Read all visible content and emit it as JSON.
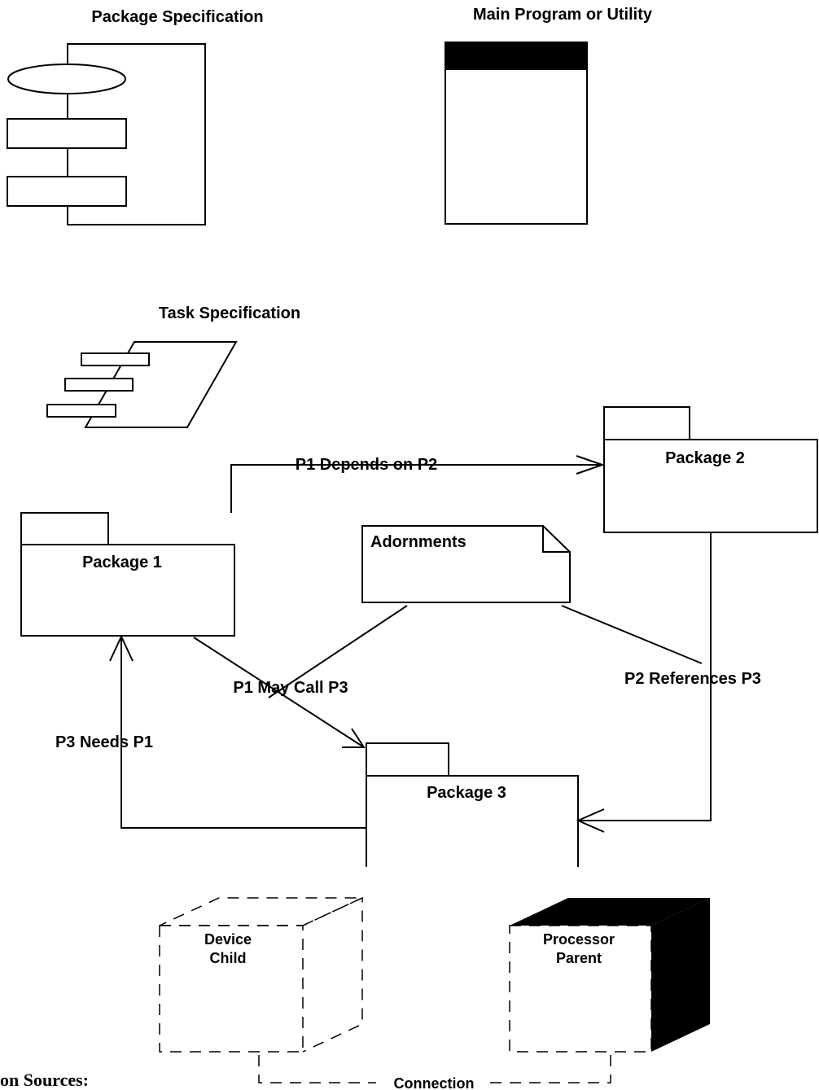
{
  "legend": {
    "package_spec_title": "Package Specification",
    "main_program_title": "Main Program or Utility",
    "task_spec_title": "Task Specification"
  },
  "packages": {
    "p1": "Package 1",
    "p2": "Package 2",
    "p3": "Package 3"
  },
  "note": {
    "label": "Adornments"
  },
  "relations": {
    "p1_p2": "P1 Depends on P2",
    "p1_p3": "P1 May Call P3",
    "p2_p3": "P2 References P3",
    "p3_p1": "P3 Needs P1"
  },
  "nodes": {
    "device_line1": "Device",
    "device_line2": "Child",
    "processor_line1": "Processor",
    "processor_line2": "Parent",
    "connection": "Connection"
  },
  "footer": {
    "partial_caption": "on Sources:"
  },
  "colors": {
    "ink": "#000000",
    "paper": "#ffffff"
  }
}
